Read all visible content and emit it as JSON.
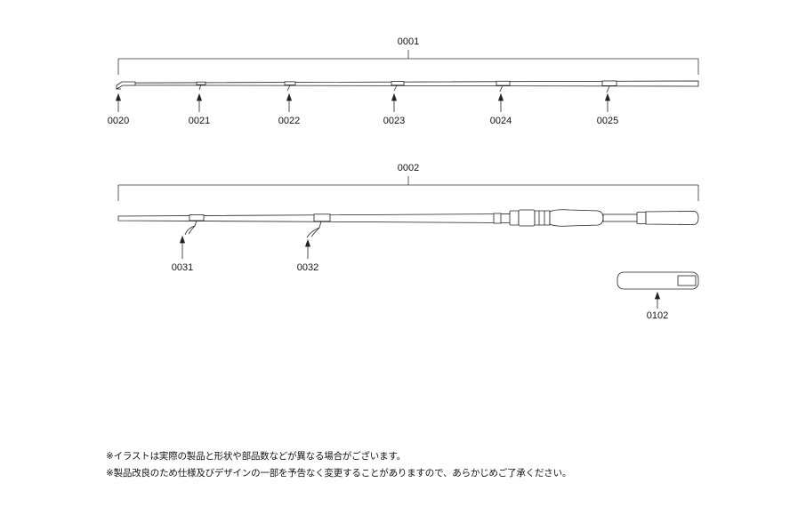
{
  "parts": {
    "assembly_top": "0001",
    "assembly_bottom": "0002",
    "top_guides": [
      "0020",
      "0021",
      "0022",
      "0023",
      "0024",
      "0025"
    ],
    "bottom_guides": [
      "0031",
      "0032"
    ],
    "label_plate": "0102"
  },
  "notes": [
    "※イラストは実際の製品と形状や部品数などが異なる場合がございます。",
    "※製品改良のため仕様及びデザインの一部を予告なく変更することがありますので、あらかじめご了承ください。"
  ]
}
